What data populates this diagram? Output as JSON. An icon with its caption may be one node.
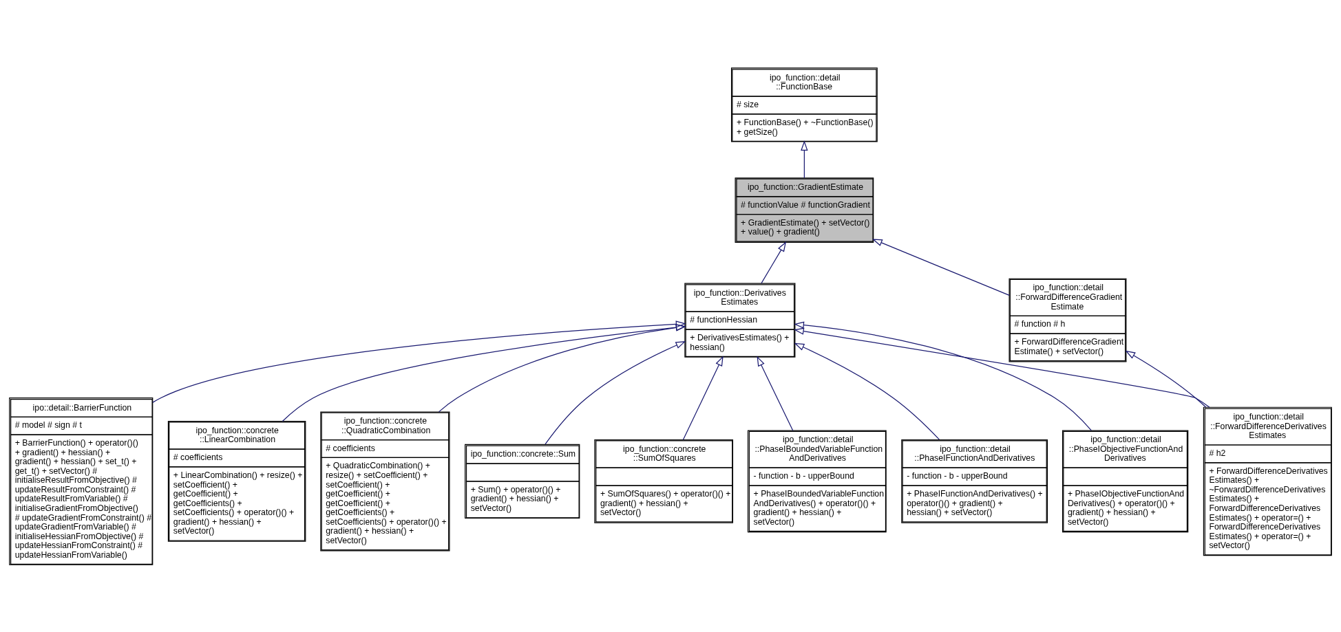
{
  "diagram": {
    "nodes": [
      {
        "text": [
          "ipo_function::detail ::FunctionBase",
          "# size",
          "+ FunctionBase() + ~FunctionBase() + getSize()"
        ]
      },
      {
        "text": [
          "ipo_function::GradientEstimate",
          "# functionValue # functionGradient",
          "+ GradientEstimate() + setVector() + value() + gradient()"
        ]
      },
      {
        "text": [
          "ipo_function::Derivatives Estimates",
          "# functionHessian",
          "+ DerivativesEstimates() + hessian()"
        ]
      },
      {
        "text": [
          "ipo_function::detail ::ForwardDifferenceGradient Estimate",
          "# function # h",
          "+ ForwardDifferenceGradient Estimate() + setVector()"
        ]
      },
      {
        "text": [
          "ipo::detail::BarrierFunction",
          "# model # sign # t",
          "+ BarrierFunction() + operator()() + gradient() + hessian() + gradient() + hessian() + set_t() + get_t() + setVector() # initialiseResultFromObjective() # updateResultFromConstraint() # updateResultFromVariable() # initialiseGradientFromObjective() # updateGradientFromConstraint() # updateGradientFromVariable() # initialiseHessianFromObjective() # updateHessianFromConstraint() # updateHessianFromVariable()"
        ]
      },
      {
        "text": [
          "ipo_function::concrete ::LinearCombination",
          "# coefficients",
          "+ LinearCombination() + resize() + setCoefficient() + getCoefficient() + getCoefficients() + setCoefficients() + operator()() + gradient() + hessian() + setVector()"
        ]
      },
      {
        "text": [
          "ipo_function::concrete ::QuadraticCombination",
          "# coefficients",
          "+ QuadraticCombination() + resize() + setCoefficient() + setCoefficient() + getCoefficient() + getCoefficient() + getCoefficients() + setCoefficients() + operator()() + gradient() + hessian() + setVector()"
        ]
      },
      {
        "text": [
          "ipo_function::concrete::Sum",
          "+ Sum() + operator()() + gradient() + hessian() + setVector()"
        ]
      },
      {
        "text": [
          "ipo_function::concrete ::SumOfSquares",
          "+ SumOfSquares() + operator()() + gradient() + hessian() + setVector()"
        ]
      },
      {
        "text": [
          "ipo_function::detail ::PhaseIBoundedVariableFunction AndDerivatives",
          "- function - b - upperBound",
          "+ PhaseIBoundedVariableFunction AndDerivatives() + operator()() + gradient() + hessian() + setVector()"
        ]
      },
      {
        "text": [
          "ipo_function::detail ::PhaseIFunctionAndDerivatives",
          "- function - b - upperBound",
          "+ PhaseIFunctionAndDerivatives() + operator()() + gradient() + hessian() + setVector()"
        ]
      },
      {
        "text": [
          "ipo_function::detail ::PhaseIObjectiveFunctionAnd Derivatives",
          "+ PhaseIObjectiveFunctionAnd Derivatives() + operator()() + gradient() + hessian() + setVector()"
        ]
      },
      {
        "text": [
          "ipo_function::detail ::ForwardDifferenceDerivatives Estimates",
          "# h2",
          "+ ForwardDifferenceDerivatives Estimates() + ~ForwardDifferenceDerivatives Estimates() + ForwardDifferenceDerivatives Estimates() + operator=() + ForwardDifferenceDerivatives Estimates() + operator=() + setVector()"
        ]
      }
    ],
    "edges": [
      {
        "from": 1,
        "to": 0,
        "arrow": "to"
      },
      {
        "from": 2,
        "to": 1,
        "arrow": "to"
      },
      {
        "from": 3,
        "to": 1,
        "arrow": "to"
      },
      {
        "from": 4,
        "to": 2,
        "arrow": "to"
      },
      {
        "from": 5,
        "to": 2,
        "arrow": "to"
      },
      {
        "from": 6,
        "to": 2,
        "arrow": "to"
      },
      {
        "from": 7,
        "to": 2,
        "arrow": "to"
      },
      {
        "from": 8,
        "to": 2,
        "arrow": "to"
      },
      {
        "from": 9,
        "to": 2,
        "arrow": "to"
      },
      {
        "from": 10,
        "to": 2,
        "arrow": "to"
      },
      {
        "from": 11,
        "to": 2,
        "arrow": "to"
      },
      {
        "from": 12,
        "to": 2,
        "arrow": "to"
      },
      {
        "from": 12,
        "to": 3,
        "arrow": "to"
      }
    ]
  }
}
